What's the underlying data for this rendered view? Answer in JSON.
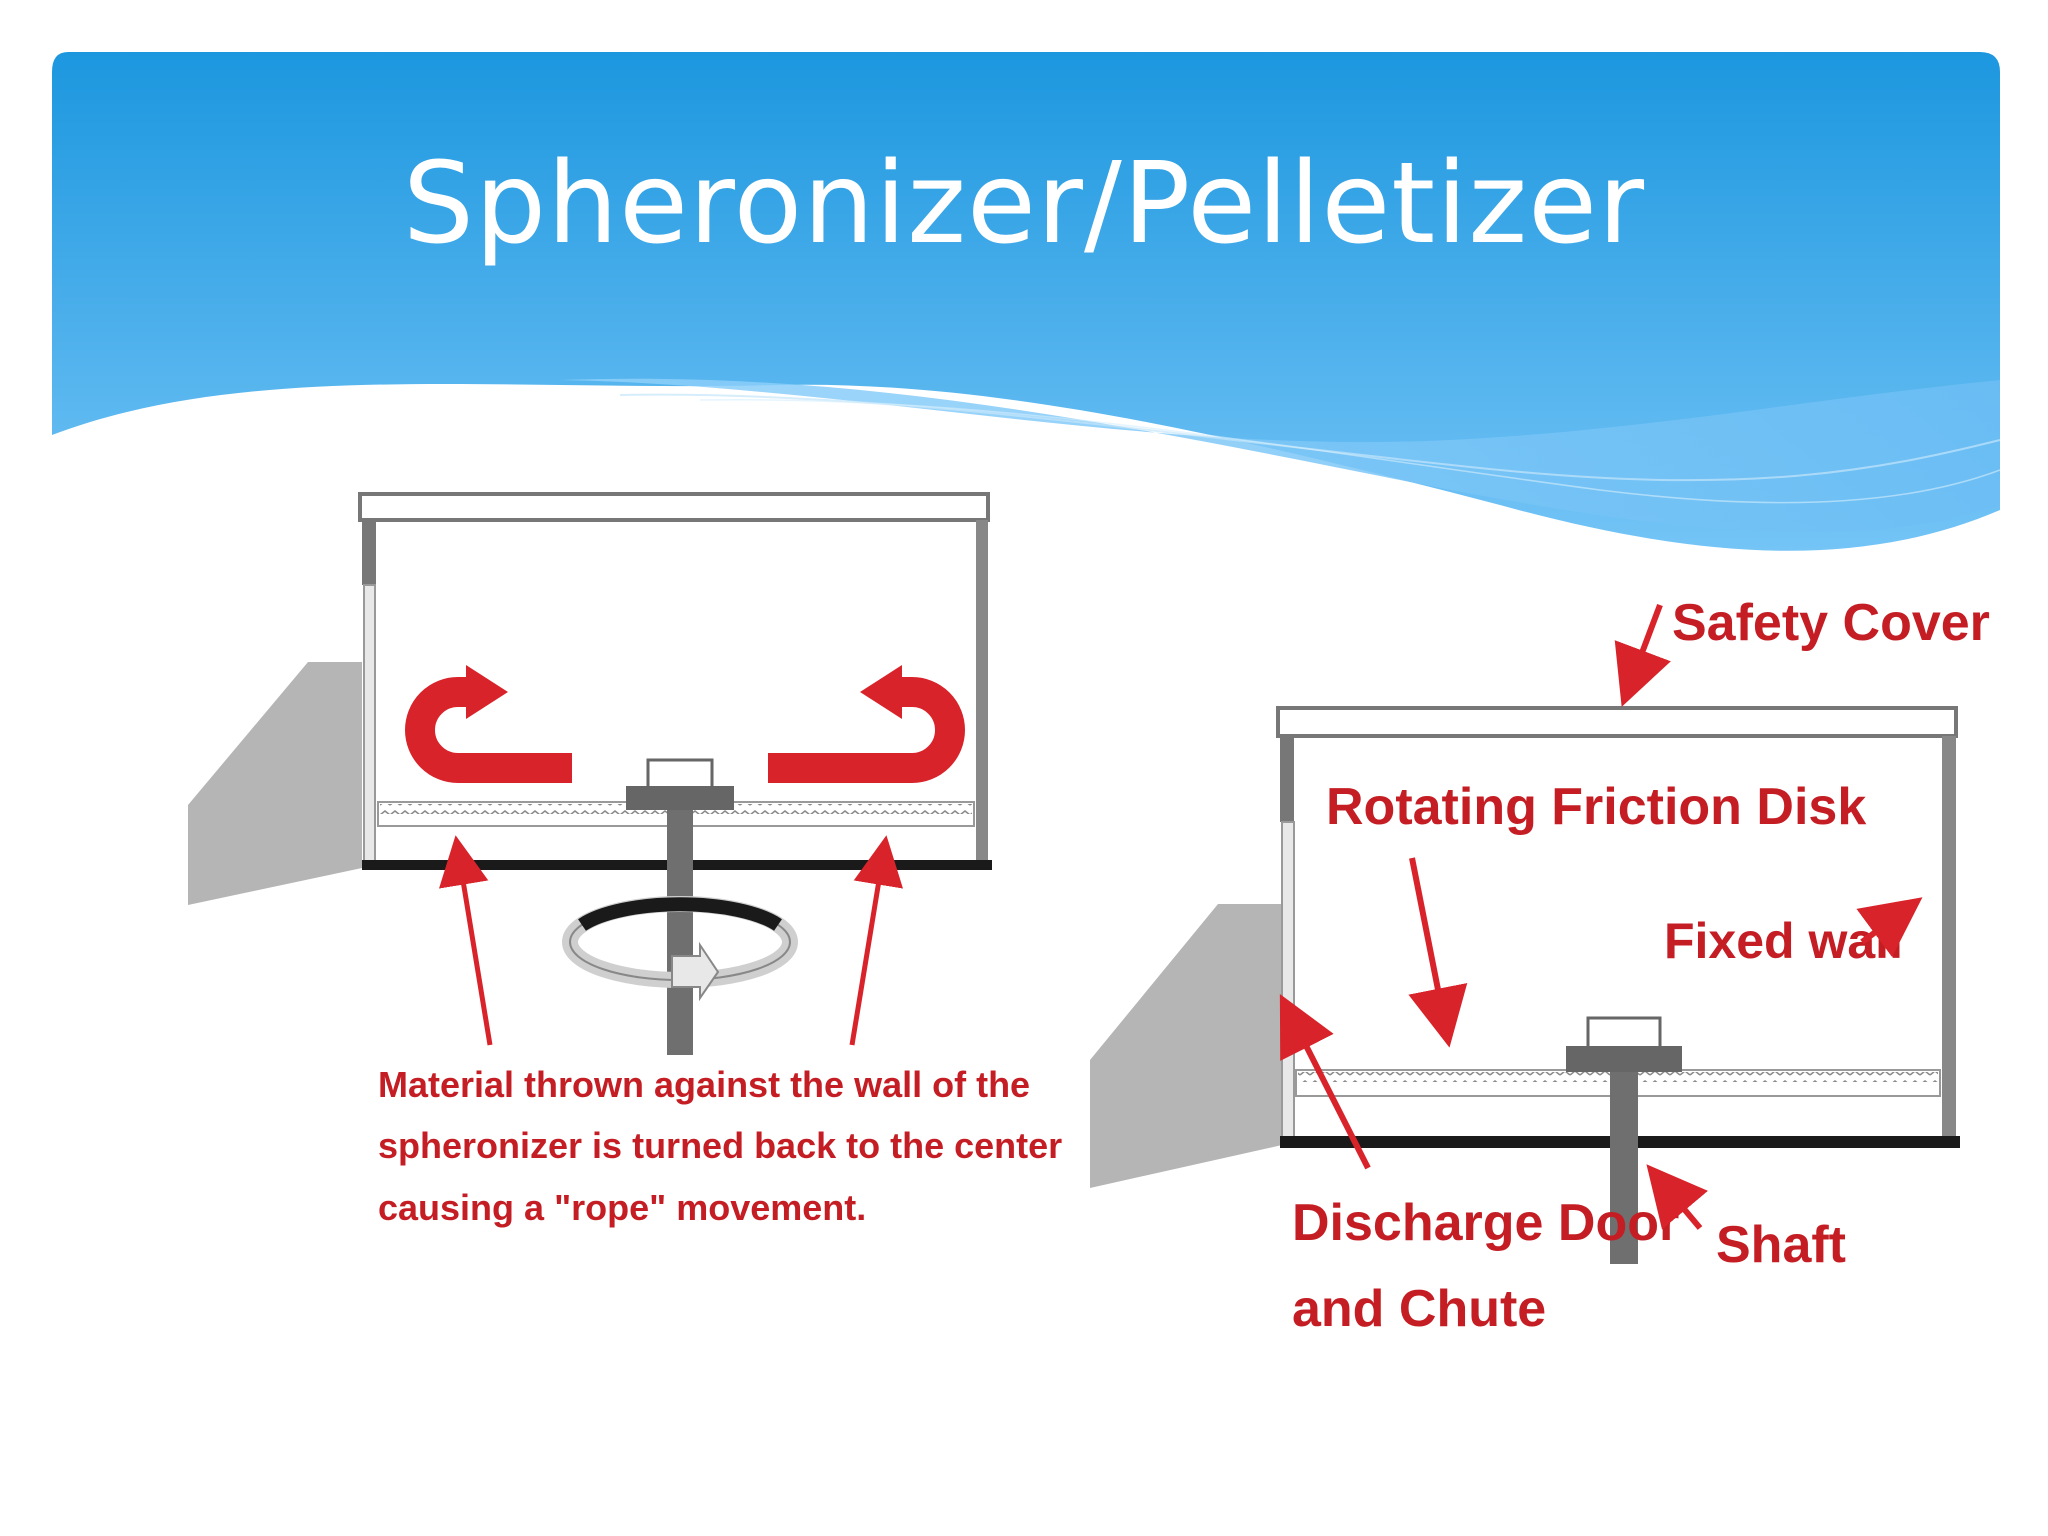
{
  "title": "Spheronizer/Pelletizer",
  "colors": {
    "banner_top": "#1c97df",
    "banner_bottom": "#7cc8f7",
    "label_red": "#c41e24",
    "arrow_red": "#d9232a",
    "metal_gray": "#8a8a8a",
    "chute_gray": "#b5b5b5"
  },
  "left_diagram": {
    "caption_lines": [
      "Material thrown against the wall of the",
      "spheronizer is turned back to the center",
      "causing a \"rope\" movement."
    ]
  },
  "right_diagram": {
    "labels": {
      "safety_cover": "Safety Cover",
      "friction_disk": "Rotating Friction Disk",
      "fixed_wall": "Fixed wall",
      "discharge_line1": "Discharge Door",
      "discharge_line2": "and Chute",
      "shaft": "Shaft"
    }
  }
}
